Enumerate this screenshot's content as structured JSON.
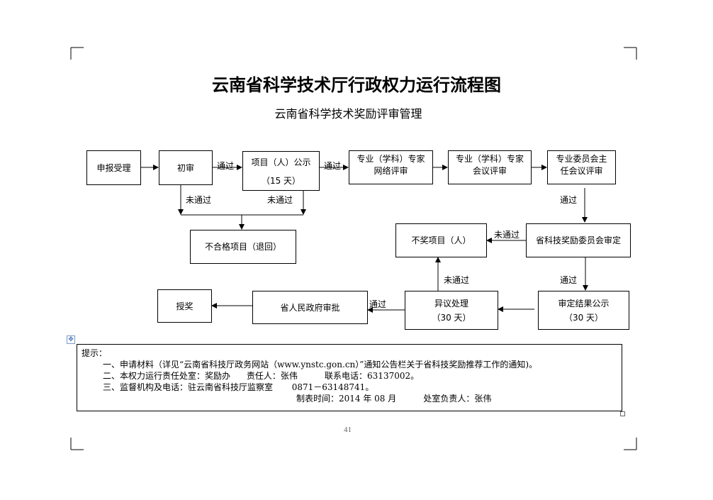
{
  "title": "云南省科学技术厅行政权力运行流程图",
  "subtitle": "云南省科学技术奖励评审管理",
  "flow": {
    "apply": "申报受理",
    "initial_review": "初审",
    "publicity_1": "项目（人）公示",
    "publicity_1_days": "（15 天）",
    "network_review_1": "专业（学科）专家",
    "network_review_2": "网络评审",
    "meeting_review_1": "专业（学科）专家",
    "meeting_review_2": "会议评审",
    "director_review_1": "专业委员会主",
    "director_review_2": "任会议评审",
    "unqualified": "不合格项目（退回）",
    "no_award": "不奖项目（人）",
    "committee": "省科技奖励委员会审定",
    "award": "授奖",
    "gov_approval": "省人民政府审批",
    "objection": "异议处理",
    "objection_days": "（30 天）",
    "result_publicity": "审定结果公示",
    "result_publicity_days": "（30 天）",
    "pass": "通过",
    "fail": "未通过"
  },
  "notes": {
    "heading": "提示：",
    "line1": "一、申请材料（详见“云南省科技厅政务网站（www.ynstc.gon.cn）”通知公告栏关于省科技奖励推荐工作的通知)。",
    "line2": "二、本权力运行责任处室：奖励办      责任人：张伟          联系电话：63137002。",
    "line3": "三、监督机构及电话：驻云南省科技厅监察室       0871－63148741。",
    "line4": "制表时间：2014 年 08 月          处室负责人：张伟"
  },
  "page_number": "41"
}
